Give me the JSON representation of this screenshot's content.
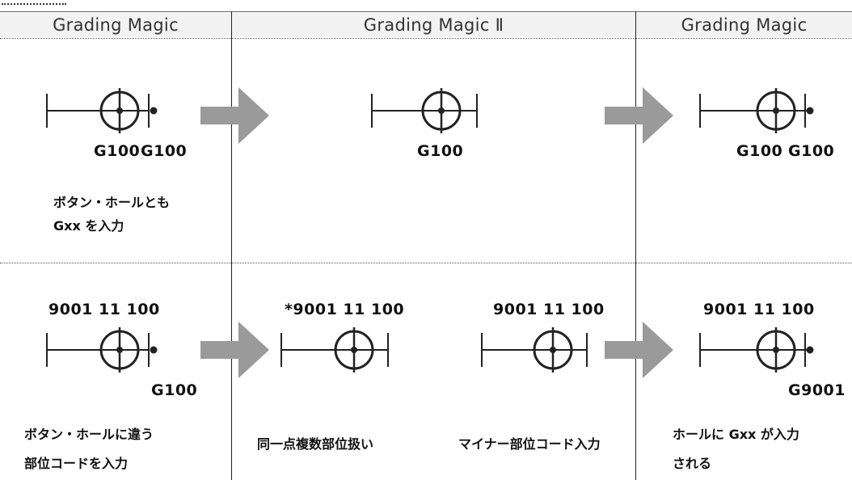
{
  "headers": {
    "col1": "Grading Magic",
    "col2": "Grading Magic Ⅱ",
    "col3": "Grading Magic"
  },
  "top_row": {
    "col1": {
      "code_left": "G100",
      "code_right": "G100",
      "desc_line1": "ボタン・ホールとも",
      "desc_line2": "Gxx を入力"
    },
    "col2": {
      "code": "G100"
    },
    "col3": {
      "code_left": "G100",
      "code_right": "G100"
    }
  },
  "bottom_row": {
    "col1": {
      "code_top": "9001 11 100",
      "code_right": "G100",
      "desc_line1": "ボタン・ホールに違う",
      "desc_line2": "部位コードを入力"
    },
    "col2a": {
      "code_top": "*9001 11 100",
      "desc": "同一点複数部位扱い"
    },
    "col2b": {
      "code_top": "9001 11 100",
      "desc": "マイナー部位コード入力"
    },
    "col3": {
      "code_top": "9001 11 100",
      "code_right": "G9001",
      "desc_line1": "ホールに Gxx が入力",
      "desc_line2": "される"
    }
  },
  "colors": {
    "arrow": "#9a9a9a",
    "line": "#222222",
    "header_bg": "#f2f2f2"
  }
}
